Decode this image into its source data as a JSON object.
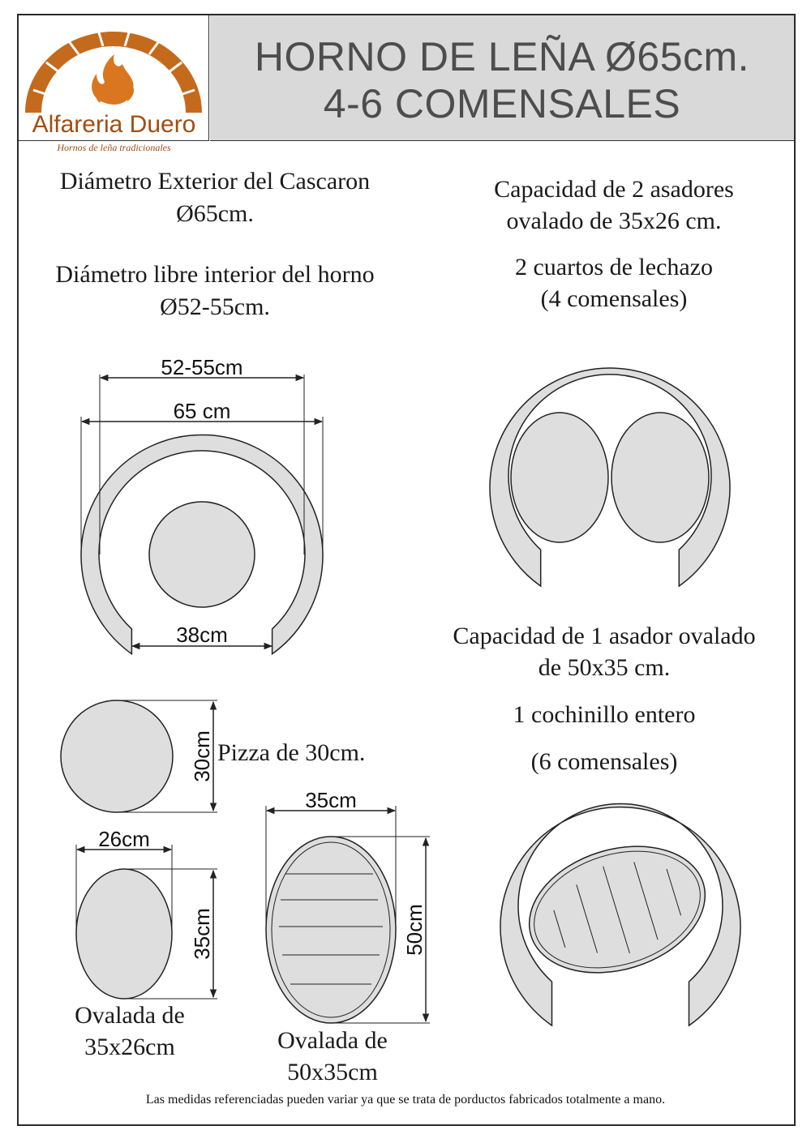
{
  "brand": {
    "name": "Alfareria Duero",
    "tagline": "Hornos de leña tradicionales",
    "colors": {
      "arch": "#c46a1c",
      "flame": "#d9761f",
      "text": "#a04e12"
    }
  },
  "header": {
    "title_line1": "HORNO DE LEÑA Ø65cm.",
    "title_line2": "4-6 COMENSALES",
    "background": "#d9d9d9"
  },
  "left_specs": {
    "outer_label": "Diámetro Exterior del Cascaron",
    "outer_value": "Ø65cm.",
    "inner_label": "Diámetro libre interior del horno",
    "inner_value": "Ø52-55cm."
  },
  "right_specs": {
    "two_trays_line1": "Capacidad de 2 asadores",
    "two_trays_line2": "ovalado de 35x26 cm.",
    "two_trays_food_line1": "2 cuartos de lechazo",
    "two_trays_food_line2": "(4 comensales)",
    "one_tray_line1": "Capacidad de 1 asador ovalado",
    "one_tray_line2": "de 50x35 cm.",
    "one_tray_food_line1": "1 cochinillo entero",
    "one_tray_food_line2": "(6 comensales)"
  },
  "dimensions": {
    "inner": "52-55cm",
    "outer": "65 cm",
    "door": "38cm",
    "pizza_diam": "30cm",
    "small_w": "26cm",
    "small_h": "35cm",
    "large_w": "35cm",
    "large_h": "50cm"
  },
  "labels": {
    "pizza": "Pizza de 30cm.",
    "small_oval_line1": "Ovalada de",
    "small_oval_line2": "35x26cm",
    "large_oval_line1": "Ovalada de",
    "large_oval_line2": "50x35cm"
  },
  "footer": "Las medidas referenciadas pueden variar ya que se trata de porductos fabricados totalmente a mano.",
  "colors": {
    "fill_gray": "#dedede",
    "line": "#222222"
  }
}
